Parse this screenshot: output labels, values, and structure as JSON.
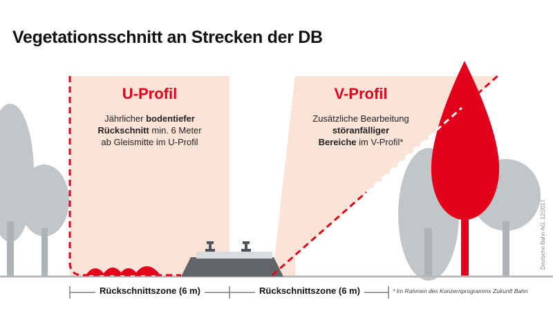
{
  "title": "Vegetationsschnitt an Strecken der DB",
  "u_profil": {
    "title": "U-Profil",
    "text": {
      "l1a": "Jährlicher ",
      "l1b": "bodentiefer",
      "l2a": "Rückschnitt",
      "l2b": " min. 6 Meter",
      "l3": "ab Gleismitte im U-Profil"
    }
  },
  "v_profil": {
    "title": "V-Profil",
    "text": {
      "l1": "Zusätzliche Bearbeitung",
      "l2": "störanfälliger",
      "l3a": "Bereiche",
      "l3b": " im V-Profil*"
    }
  },
  "zones": {
    "left": "Rückschnittszone (6 m)",
    "right": "Rückschnittszone (6 m)"
  },
  "footnote": "* Im Rahmen des Konzernprogramms Zukunft Bahn",
  "credit": "Deutsche Bahn AG, 12/2017",
  "colors": {
    "accent_red": "#e2001a",
    "zone_fill": "#fce3d8",
    "tree_gray": "#c3c6c8",
    "trunk_gray": "#aeb2b5",
    "ballast": "#5f6569",
    "rail": "#4f5256"
  }
}
